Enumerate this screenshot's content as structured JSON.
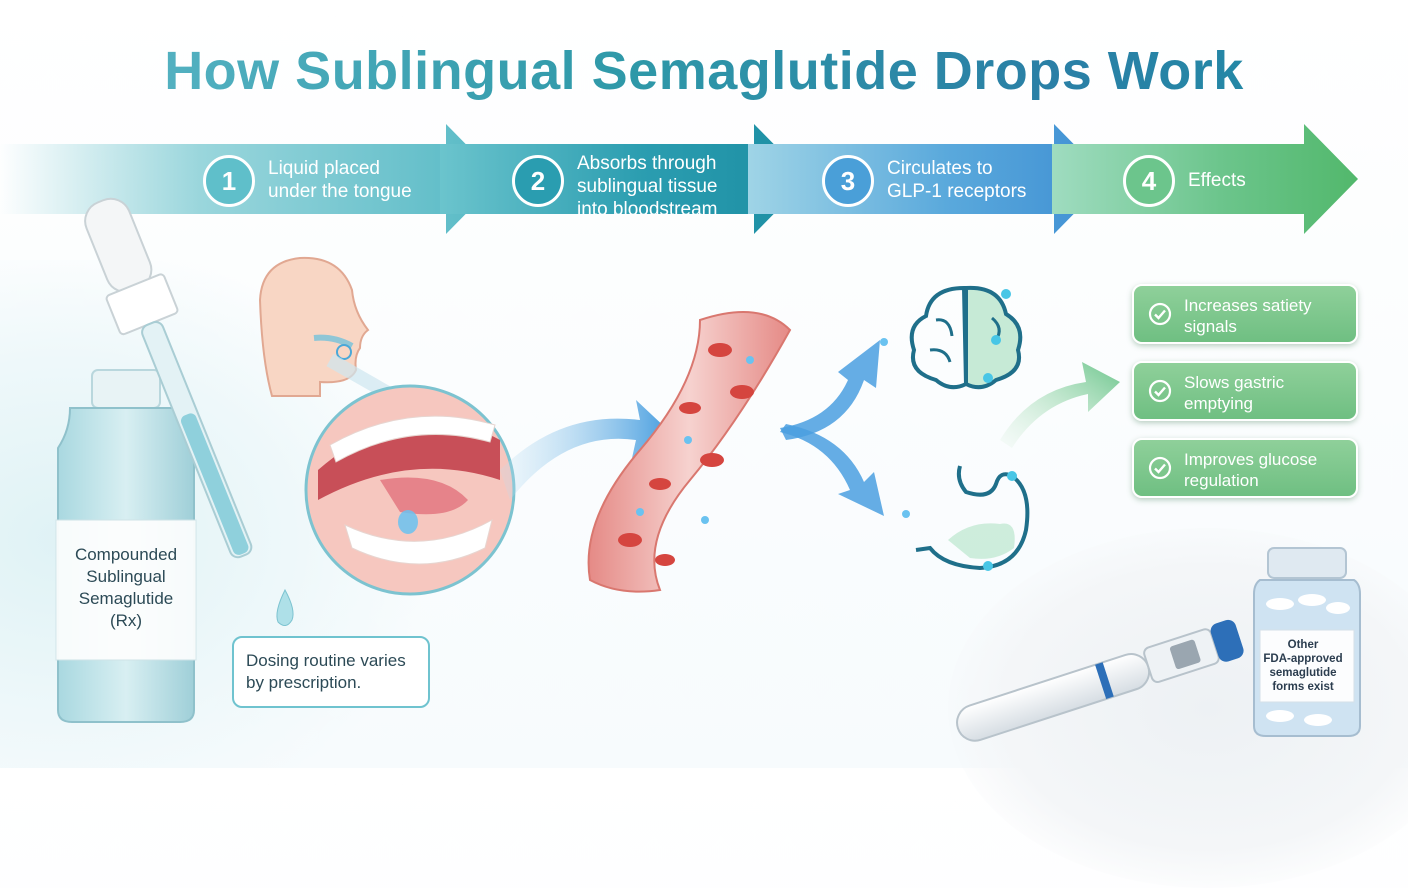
{
  "title": "How Sublingual Semaglutide Drops Work",
  "steps": [
    {
      "number": "1",
      "line1": "Liquid placed",
      "line2": "under the tongue",
      "line3": ""
    },
    {
      "number": "2",
      "line1": "Absorbs through",
      "line2": "sublingual tissue",
      "line3": "into bloodstream"
    },
    {
      "number": "3",
      "line1": "Circulates to",
      "line2": "GLP-1 receptors",
      "line3": ""
    },
    {
      "number": "4",
      "line1": "Effects",
      "line2": "",
      "line3": ""
    }
  ],
  "effects": [
    {
      "line1": "Increases satiety",
      "line2": "signals"
    },
    {
      "line1": "Slows gastric",
      "line2": "emptying"
    },
    {
      "line1": "Improves glucose",
      "line2": "regulation"
    }
  ],
  "bottle_label": {
    "line1": "Compounded",
    "line2": "Sublingual",
    "line3": "Semaglutide",
    "line4": "(Rx)"
  },
  "dosing_note": {
    "line1": "Dosing routine varies",
    "line2": "by prescription."
  },
  "pill_bottle_label": {
    "line1": "Other",
    "line2": "FDA-approved",
    "line3": "semaglutide",
    "line4": "forms exist"
  },
  "colors": {
    "teal": "#2b9db0",
    "blue": "#3f8fd3",
    "green": "#6cc58c",
    "red": "#d9534f"
  }
}
